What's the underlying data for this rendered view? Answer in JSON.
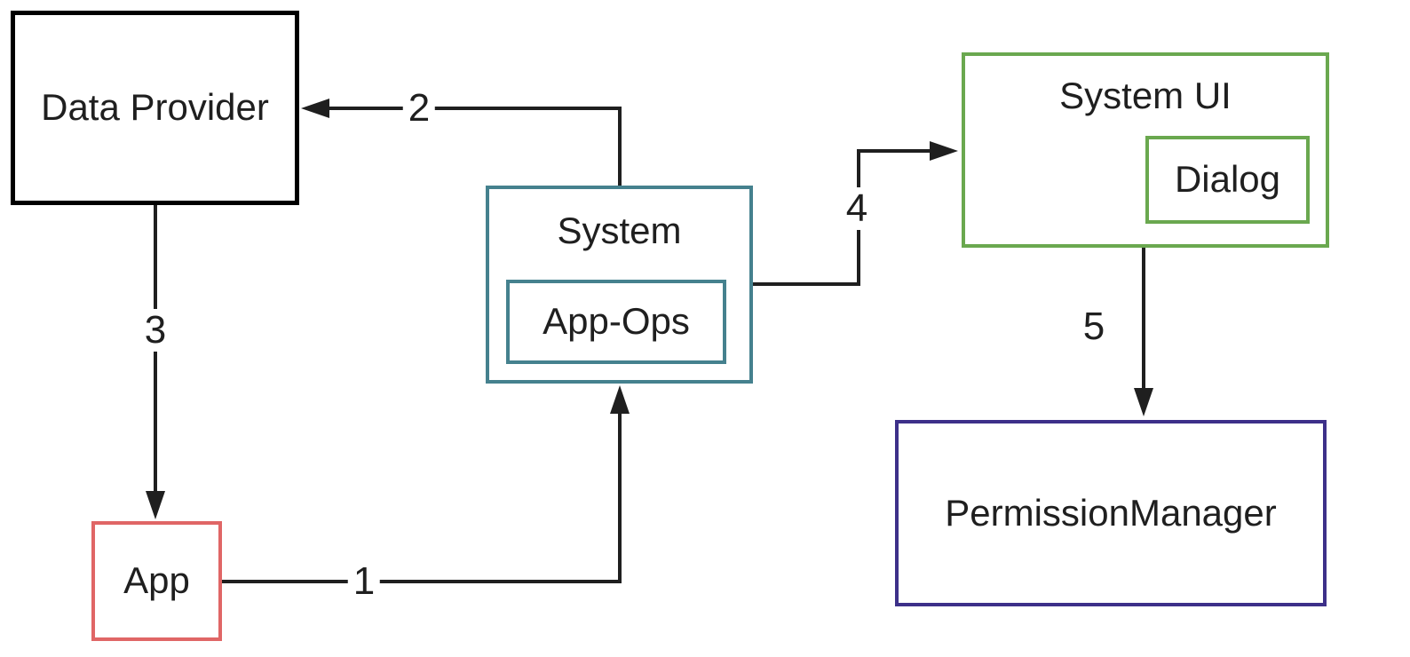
{
  "nodes": {
    "data_provider": {
      "label": "Data Provider"
    },
    "app": {
      "label": "App"
    },
    "system": {
      "label": "System"
    },
    "app_ops": {
      "label": "App-Ops"
    },
    "system_ui": {
      "label": "System UI"
    },
    "dialog": {
      "label": "Dialog"
    },
    "permission_manager": {
      "label": "PermissionManager"
    }
  },
  "edges": [
    {
      "label": "1",
      "from": "App",
      "to": "System"
    },
    {
      "label": "2",
      "from": "System",
      "to": "Data Provider"
    },
    {
      "label": "3",
      "from": "Data Provider",
      "to": "App"
    },
    {
      "label": "4",
      "from": "System",
      "to": "System UI"
    },
    {
      "label": "5",
      "from": "System UI",
      "to": "PermissionManager"
    }
  ],
  "colors": {
    "background": "#ffffff",
    "black": "#000000",
    "line": "#1f1f1f",
    "text": "#1f1f1f",
    "teal": "#45818e",
    "green": "#6aa84f",
    "red": "#e06666",
    "purple": "#3d3089"
  }
}
